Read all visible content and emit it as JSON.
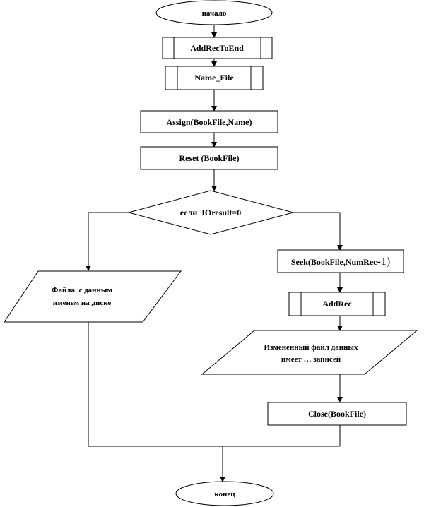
{
  "flowchart": {
    "start_label": "начало",
    "end_label": "конец",
    "proc_add_rec_to_end": "AddRecToEnd",
    "proc_name_file": "Name_File",
    "assign_label": "Assign(BookFile,Name)",
    "reset_label": "Reset (BookFile)",
    "decision_label": "если  IOresult=0",
    "left_output_line1": "Файла  с данным",
    "left_output_line2": "именем на диске",
    "seek_label_main": "Seek(BookFile,NumRec",
    "seek_label_tail": "-1)",
    "proc_add_rec": "AddRec",
    "right_output_line1": "Измененный файл данных",
    "right_output_line2": "имеет … записей",
    "close_label": "Close(BookFile)"
  }
}
